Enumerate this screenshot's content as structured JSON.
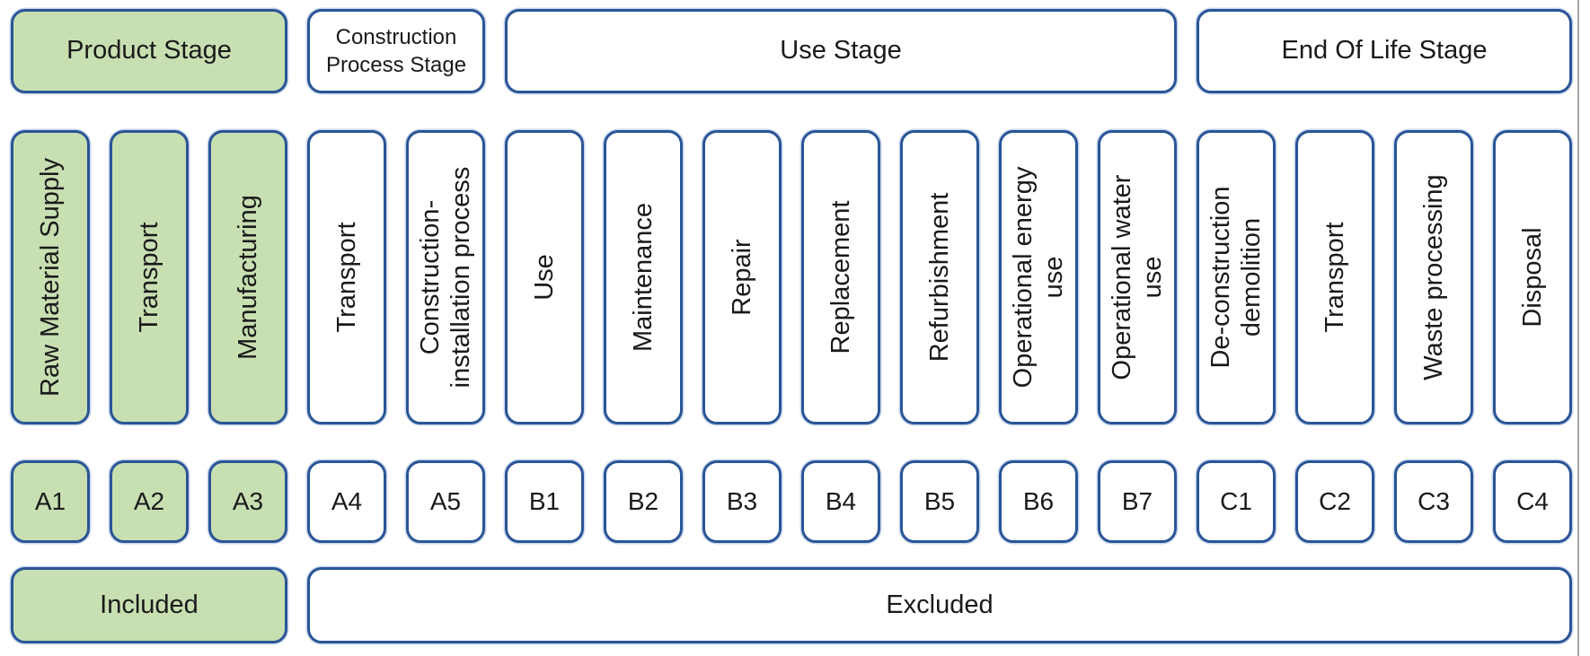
{
  "colors": {
    "included_green": "#c8dfb2",
    "box_border_blue": "#2a5596",
    "background": "#ffffff",
    "text": "#1a1a1a"
  },
  "stages": [
    {
      "label": "Product Stage",
      "included": true
    },
    {
      "label": "Construction\nProcess Stage",
      "included": false
    },
    {
      "label": "Use Stage",
      "included": false
    },
    {
      "label": "End Of Life Stage",
      "included": false
    }
  ],
  "modules": [
    {
      "code": "A1",
      "label": "Raw Material Supply",
      "included": true
    },
    {
      "code": "A2",
      "label": "Transport",
      "included": true
    },
    {
      "code": "A3",
      "label": "Manufacturing",
      "included": true
    },
    {
      "code": "A4",
      "label": "Transport",
      "included": false
    },
    {
      "code": "A5",
      "label": "Construction-\ninstallation process",
      "included": false
    },
    {
      "code": "B1",
      "label": "Use",
      "included": false
    },
    {
      "code": "B2",
      "label": "Maintenance",
      "included": false
    },
    {
      "code": "B3",
      "label": "Repair",
      "included": false
    },
    {
      "code": "B4",
      "label": "Replacement",
      "included": false
    },
    {
      "code": "B5",
      "label": "Refurbishment",
      "included": false
    },
    {
      "code": "B6",
      "label": "Operational energy\nuse",
      "included": false
    },
    {
      "code": "B7",
      "label": "Operational water\nuse",
      "included": false
    },
    {
      "code": "C1",
      "label": "De-construction\ndemolition",
      "included": false
    },
    {
      "code": "C2",
      "label": "Transport",
      "included": false
    },
    {
      "code": "C3",
      "label": "Waste processing",
      "included": false
    },
    {
      "code": "C4",
      "label": "Disposal",
      "included": false
    }
  ],
  "legend": [
    {
      "label": "Included",
      "included": true
    },
    {
      "label": "Excluded",
      "included": false
    }
  ]
}
